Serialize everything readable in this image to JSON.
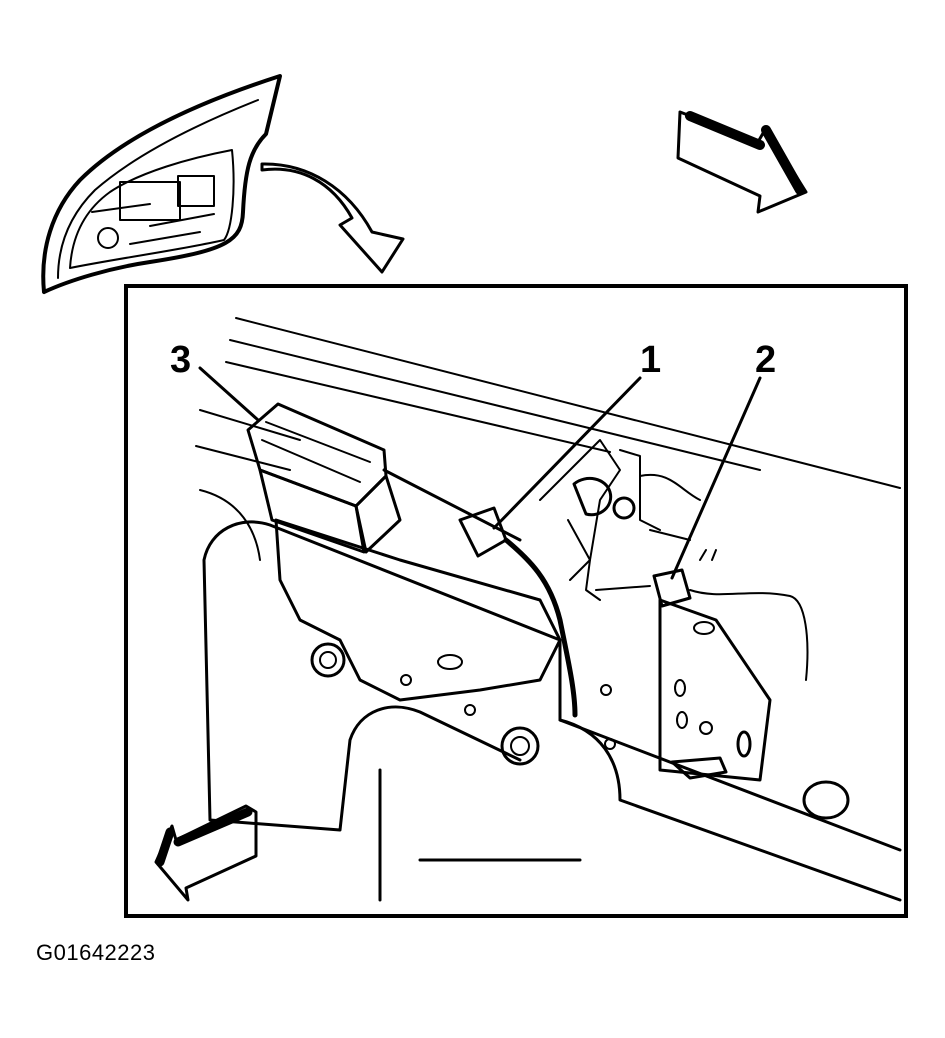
{
  "callouts": {
    "c1": "1",
    "c2": "2",
    "c3": "3"
  },
  "figure_id": "G01642223",
  "colors": {
    "ink": "#000000",
    "paper": "#ffffff"
  }
}
